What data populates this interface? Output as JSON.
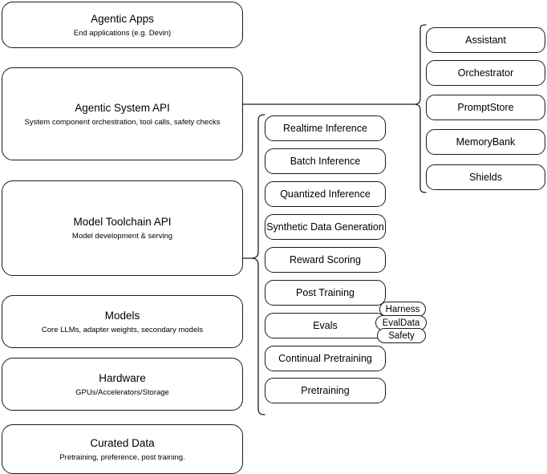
{
  "diagram": {
    "title": "AI stack layers diagram",
    "stroke_color": "#1a1a1a",
    "background_color": "#ffffff"
  },
  "layers": [
    {
      "name": "agentic-apps",
      "title": "Agentic Apps",
      "subtitle": "End applications (e.g. Devin)"
    },
    {
      "name": "agentic-system-api",
      "title": "Agentic System API",
      "subtitle": "System component orchestration, tool calls, safety checks"
    },
    {
      "name": "model-toolchain-api",
      "title": "Model Toolchain API",
      "subtitle": "Model development & serving"
    },
    {
      "name": "models",
      "title": "Models",
      "subtitle": "Core LLMs, adapter weights, secondary models"
    },
    {
      "name": "hardware",
      "title": "Hardware",
      "subtitle": "GPUs/Accelerators/Storage"
    },
    {
      "name": "curated-data",
      "title": "Curated Data",
      "subtitle": "Pretraining, preference, post training."
    }
  ],
  "toolchain_capabilities": [
    {
      "name": "realtime-inference",
      "label": "Realtime Inference"
    },
    {
      "name": "batch-inference",
      "label": "Batch Inference"
    },
    {
      "name": "quantized-inference",
      "label": "Quantized Inference"
    },
    {
      "name": "synthetic-data-generation",
      "label": "Synthetic Data Generation"
    },
    {
      "name": "reward-scoring",
      "label": "Reward Scoring"
    },
    {
      "name": "post-training",
      "label": "Post Training"
    },
    {
      "name": "evals",
      "label": "Evals"
    },
    {
      "name": "continual-pretraining",
      "label": "Continual Pretraining"
    },
    {
      "name": "pretraining",
      "label": "Pretraining"
    }
  ],
  "evals_subcomponents": [
    {
      "name": "harness",
      "label": "Harness"
    },
    {
      "name": "evaldata",
      "label": "EvalData"
    },
    {
      "name": "safety",
      "label": "Safety"
    }
  ],
  "agentic_components": [
    {
      "name": "assistant",
      "label": "Assistant"
    },
    {
      "name": "orchestrator",
      "label": "Orchestrator"
    },
    {
      "name": "promptstore",
      "label": "PromptStore"
    },
    {
      "name": "memorybank",
      "label": "MemoryBank"
    },
    {
      "name": "shields",
      "label": "Shields"
    }
  ]
}
